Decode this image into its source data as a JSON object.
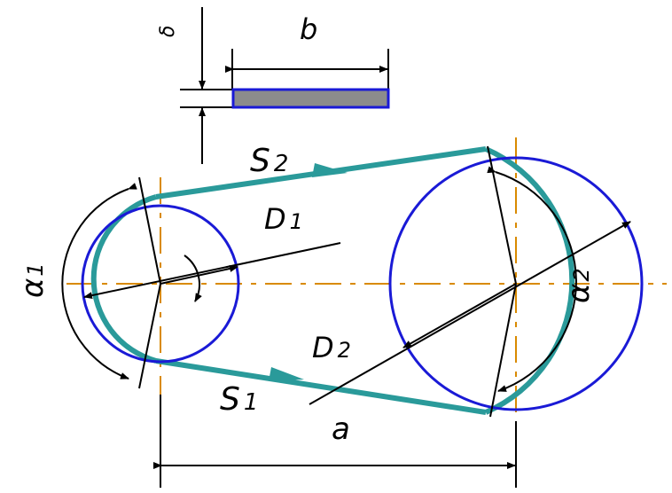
{
  "labels": {
    "belt_width": "b",
    "belt_thickness": "δ",
    "tension_tight": "S",
    "tension_tight_sub": "2",
    "tension_slack": "S",
    "tension_slack_sub": "1",
    "diameter_small": "D",
    "diameter_small_sub": "1",
    "diameter_large": "D",
    "diameter_large_sub": "2",
    "wrap_angle_small": "α",
    "wrap_angle_small_sub": "1",
    "wrap_angle_large": "α",
    "wrap_angle_large_sub": "2",
    "center_distance": "a"
  },
  "colors": {
    "belt": "#2a9a9a",
    "pulley": "#1a1ad6",
    "centerline": "#d98a00",
    "section_fill": "#8c8c8c",
    "line": "#000000"
  }
}
